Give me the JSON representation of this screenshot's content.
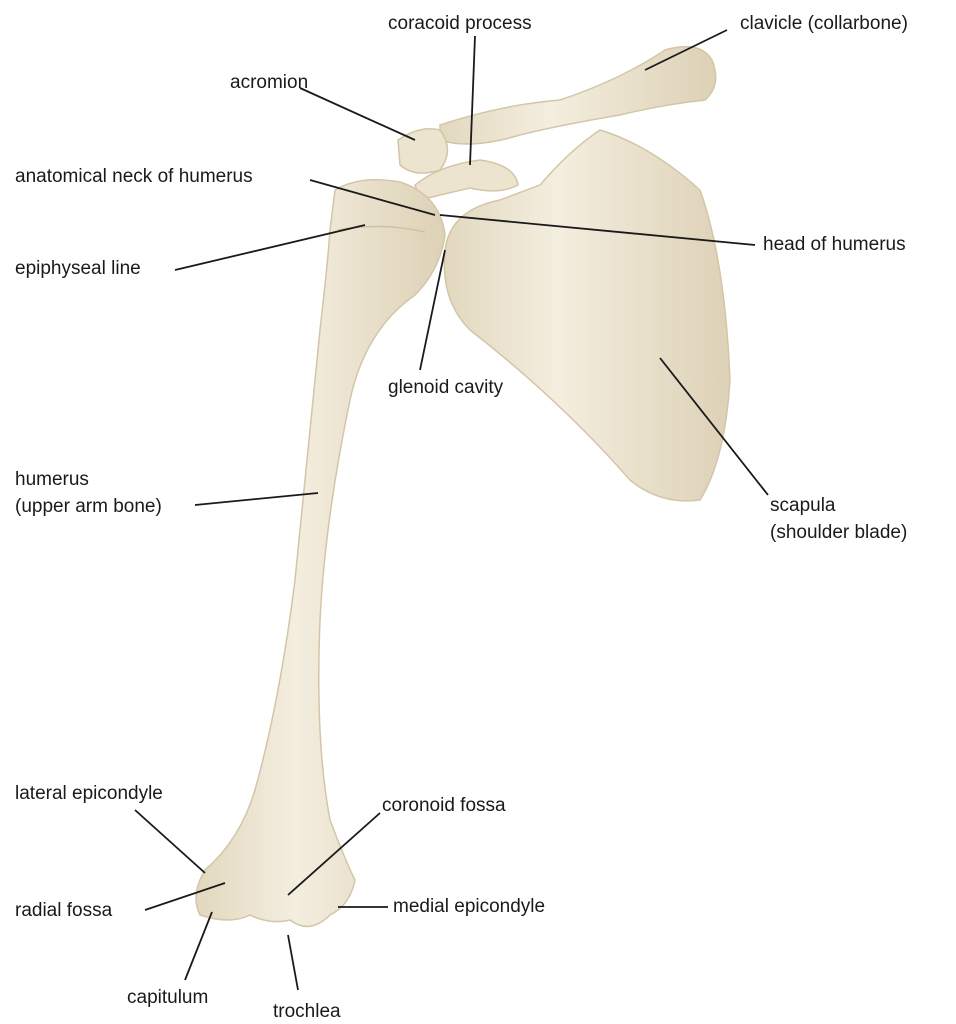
{
  "labels": {
    "coracoid_process": "coracoid process",
    "clavicle": "clavicle (collarbone)",
    "acromion": "acromion",
    "anatomical_neck": "anatomical neck of humerus",
    "head_of_humerus": "head of humerus",
    "epiphyseal_line": "epiphyseal line",
    "glenoid_cavity": "glenoid cavity",
    "humerus_1": "humerus",
    "humerus_2": "(upper arm bone)",
    "scapula_1": "scapula",
    "scapula_2": "(shoulder blade)",
    "lateral_epicondyle": "lateral epicondyle",
    "coronoid_fossa": "coronoid fossa",
    "radial_fossa": "radial fossa",
    "medial_epicondyle": "medial epicondyle",
    "capitulum": "capitulum",
    "trochlea": "trochlea"
  },
  "colors": {
    "bone": "#efe7d3",
    "bone_shade": "#d9ccb0",
    "line": "#1a1a1a"
  }
}
